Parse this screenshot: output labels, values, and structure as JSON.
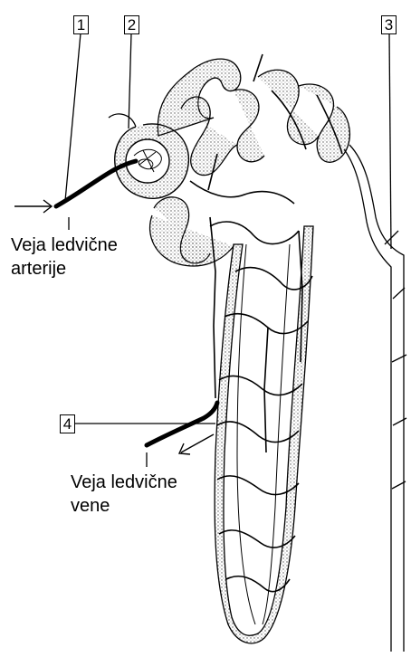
{
  "labels": {
    "one": "1",
    "two": "2",
    "three": "3",
    "four": "4"
  },
  "captions": {
    "artery_line1": "Veja ledvične",
    "artery_line2": "arterije",
    "vein_line1": "Veja ledvične",
    "vein_line2": "vene"
  },
  "colors": {
    "ink": "#000000",
    "background": "#ffffff",
    "stipple": "#555555"
  }
}
